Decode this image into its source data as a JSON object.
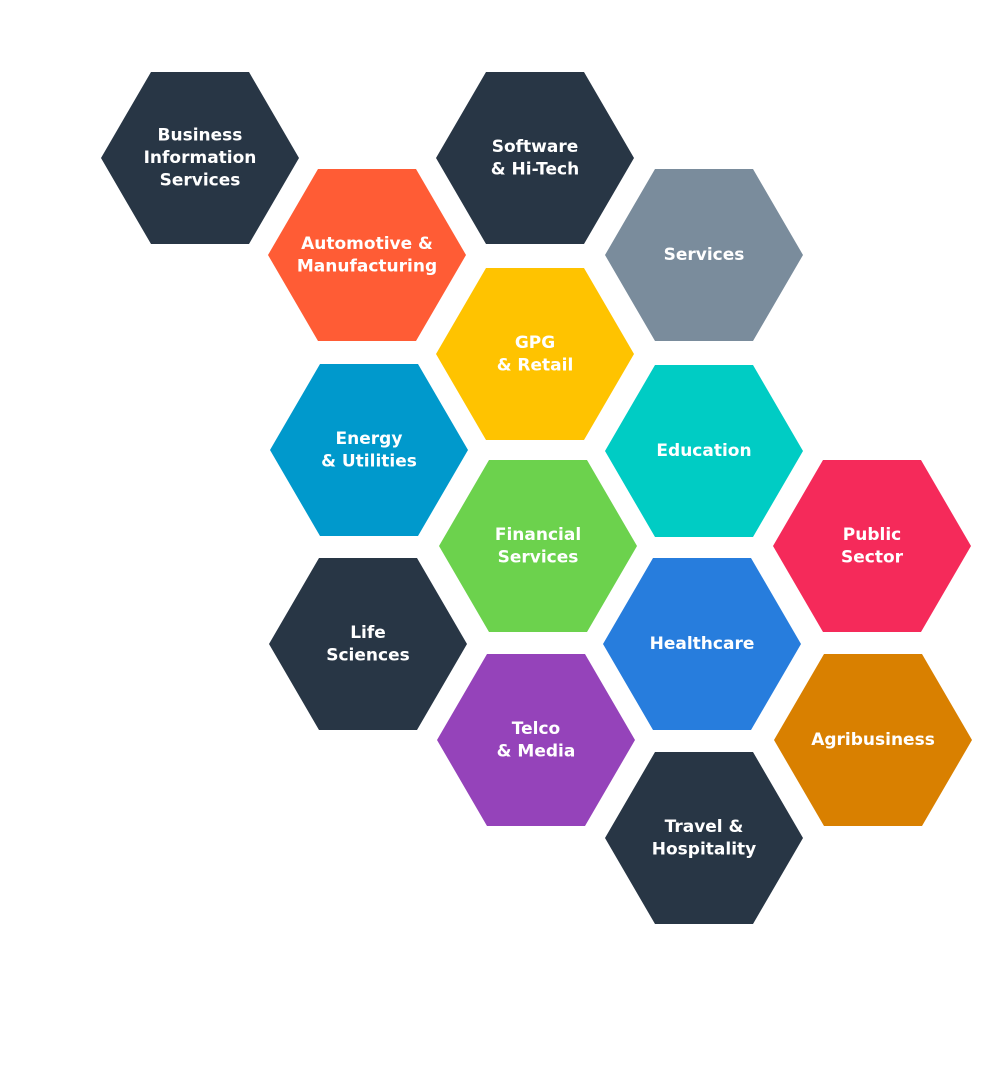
{
  "industries": [
    {
      "label": [
        "Business",
        "Information",
        "Services"
      ],
      "color": "#283645",
      "icon": "hexagon"
    },
    {
      "label": [
        "Software",
        "& Hi-Tech"
      ],
      "color": "#283645",
      "icon": "hexagon"
    },
    {
      "label": [
        "Automotive &",
        "Manufacturing"
      ],
      "color": "#FF5C35",
      "icon": "hexagon"
    },
    {
      "label": [
        "Services"
      ],
      "color": "#7A8C9C",
      "icon": "hexagon"
    },
    {
      "label": [
        "GPG",
        "& Retail"
      ],
      "color": "#FFC300",
      "icon": "hexagon"
    },
    {
      "label": [
        "Energy",
        "& Utilities"
      ],
      "color": "#0099CC",
      "icon": "hexagon"
    },
    {
      "label": [
        "Education"
      ],
      "color": "#00CCC4",
      "icon": "hexagon"
    },
    {
      "label": [
        "Financial",
        "Services"
      ],
      "color": "#6CD24D",
      "icon": "hexagon"
    },
    {
      "label": [
        "Public",
        "Sector"
      ],
      "color": "#F52A5A",
      "icon": "hexagon"
    },
    {
      "label": [
        "Life",
        "Sciences"
      ],
      "color": "#283645",
      "icon": "hexagon"
    },
    {
      "label": [
        "Healthcare"
      ],
      "color": "#277DDD",
      "icon": "hexagon"
    },
    {
      "label": [
        "Telco",
        "& Media"
      ],
      "color": "#9543BA",
      "icon": "hexagon"
    },
    {
      "label": [
        "Agribusiness"
      ],
      "color": "#D98000",
      "icon": "hexagon"
    },
    {
      "label": [
        "Travel &",
        "Hospitality"
      ],
      "color": "#283645",
      "icon": "hexagon"
    }
  ]
}
